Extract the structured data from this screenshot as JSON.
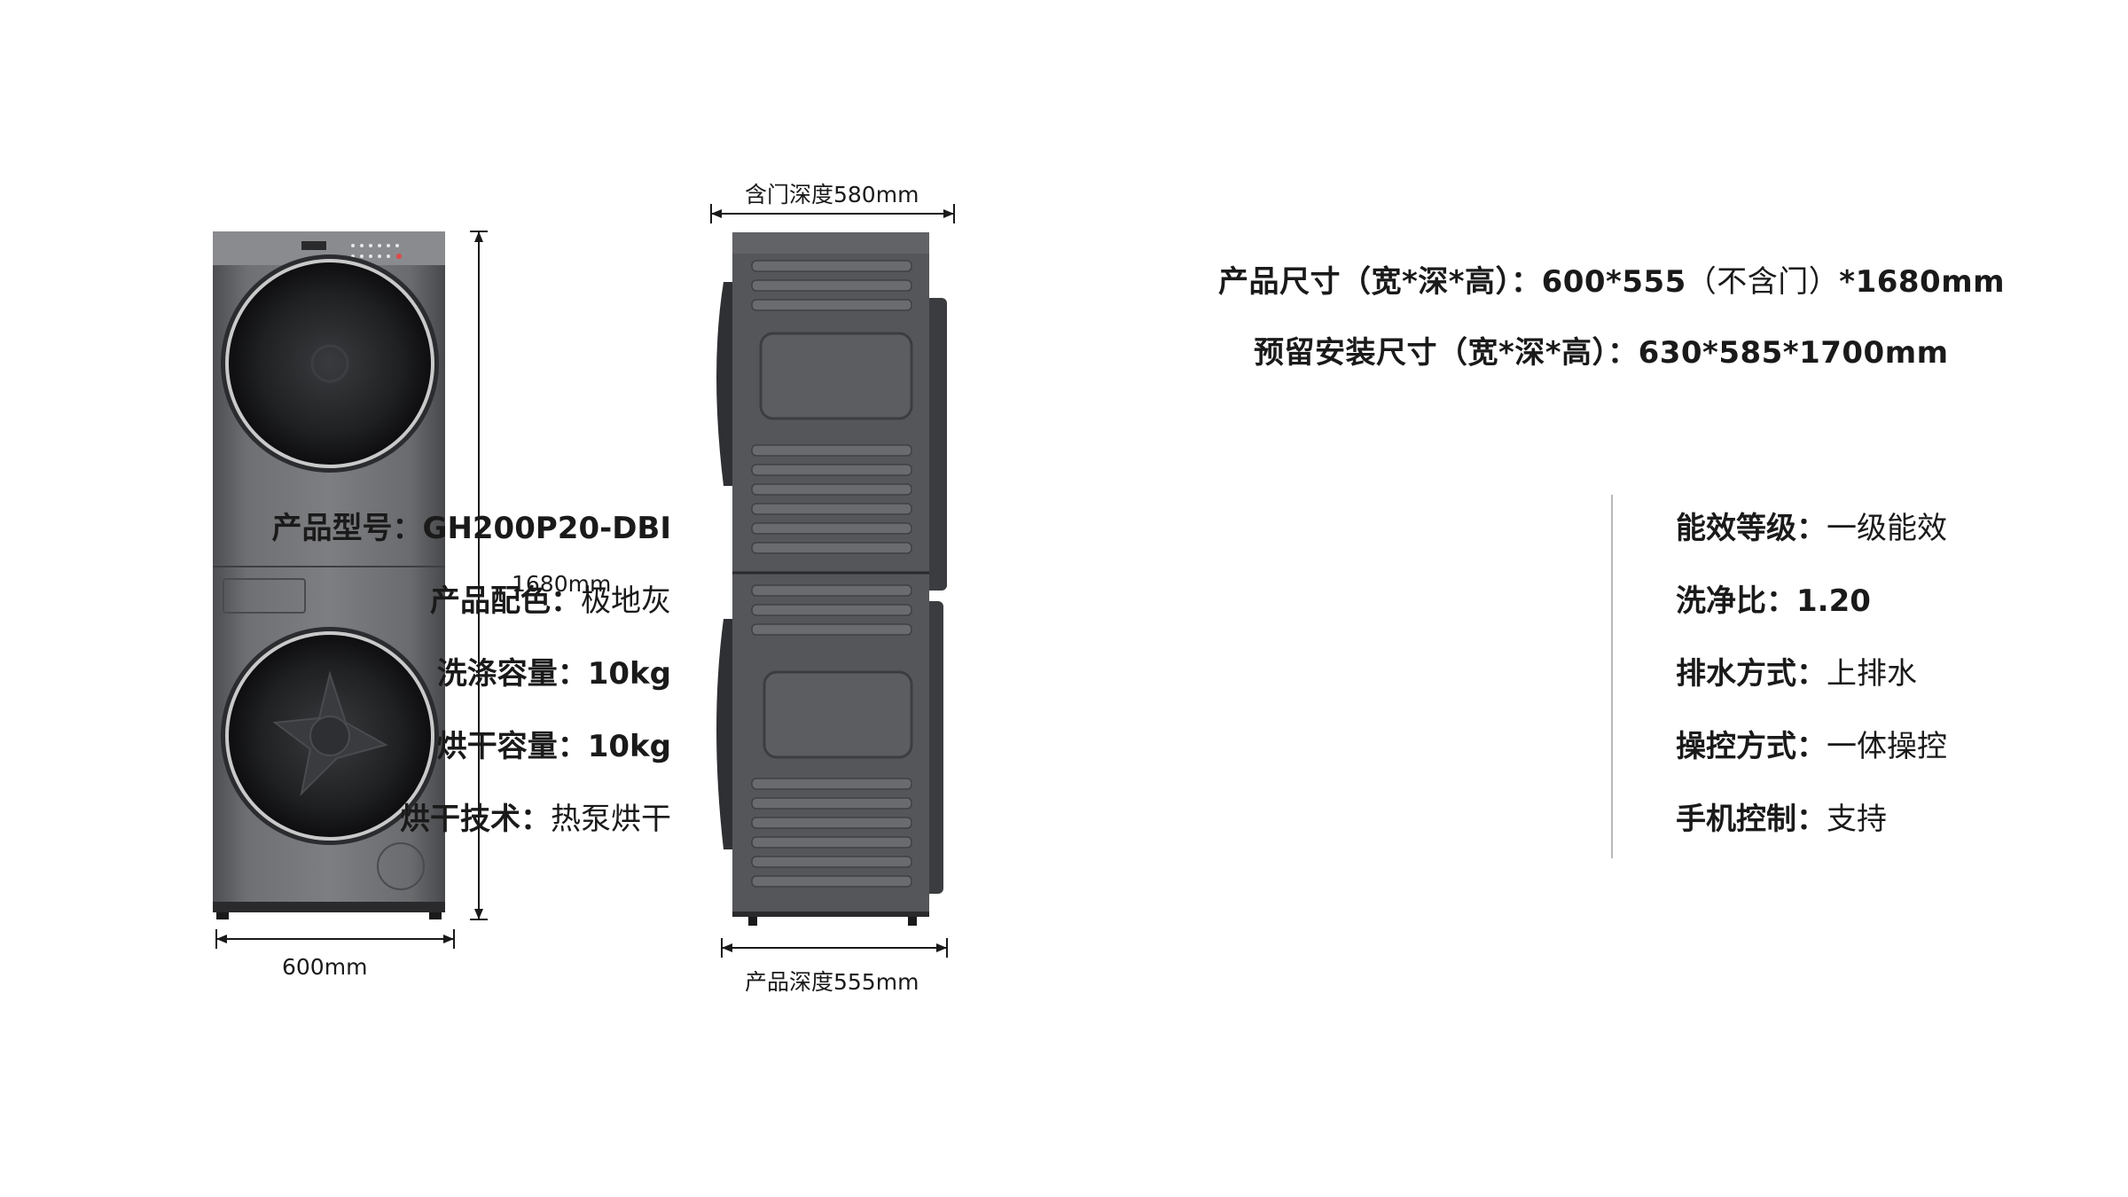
{
  "dimensions": {
    "front_width": "600mm",
    "front_height": "1680mm",
    "door_depth": "含门深度580mm",
    "product_depth": "产品深度555mm"
  },
  "headline": {
    "size_label": "产品尺寸（宽*深*高）：",
    "size_value": "600*555",
    "size_note": "（不含门）",
    "size_tail": "*1680mm",
    "install_label": "预留安装尺寸（宽*深*高）：",
    "install_value": "630*585*1700mm"
  },
  "specs_left": [
    {
      "key": "产品型号：",
      "value": "GH200P20-DBI"
    },
    {
      "key": "产品配色：",
      "value": "极地灰"
    },
    {
      "key": "洗涤容量：",
      "value": "10kg"
    },
    {
      "key": "烘干容量：",
      "value": "10kg"
    },
    {
      "key": "烘干技术：",
      "value": "热泵烘干"
    }
  ],
  "specs_right": [
    {
      "key": "能效等级：",
      "value": "一级能效"
    },
    {
      "key": "洗净比：",
      "value": "1.20"
    },
    {
      "key": "排水方式：",
      "value": "上排水"
    },
    {
      "key": "操控方式：",
      "value": "一体操控"
    },
    {
      "key": "手机控制：",
      "value": "支持"
    }
  ],
  "colors": {
    "body_gray": "#5e5f62",
    "text": "#1a1a1a",
    "divider": "#b8b8b8"
  }
}
